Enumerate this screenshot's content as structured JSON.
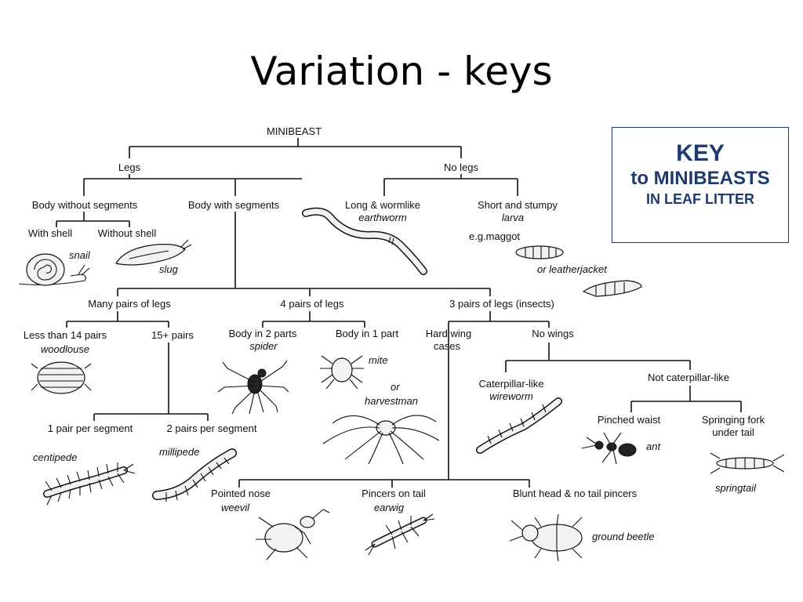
{
  "slide": {
    "title": "Variation - keys"
  },
  "key_box": {
    "line1": "KEY",
    "line2": "to MINIBEASTS",
    "line3": "IN LEAF LITTER"
  },
  "diagram": {
    "root": "MINIBEAST",
    "legs": "Legs",
    "no_legs": "No legs",
    "body_without_segments": "Body without segments",
    "with_shell": "With shell",
    "without_shell": "Without shell",
    "snail": "snail",
    "slug": "slug",
    "body_with_segments": "Body with segments",
    "long_wormlike": "Long & wormlike",
    "earthworm": "earthworm",
    "short_stumpy": "Short and stumpy",
    "larva": "larva",
    "eg_maggot": "e.g.maggot",
    "or_leatherjacket": "or leatherjacket",
    "many_pairs": "Many pairs of legs",
    "four_pairs": "4 pairs of legs",
    "three_pairs": "3 pairs of legs (insects)",
    "less_than_14": "Less than 14 pairs",
    "woodlouse": "woodlouse",
    "fifteen_plus": "15+ pairs",
    "body_2_parts": "Body in 2 parts",
    "spider": "spider",
    "body_1_part": "Body in 1 part",
    "mite": "mite",
    "or": "or",
    "harvestman": "harvestman",
    "hard_wing_cases_1": "Hard wing",
    "hard_wing_cases_2": "cases",
    "no_wings": "No wings",
    "one_pair_per_segment": "1 pair per segment",
    "two_pairs_per_segment": "2 pairs per segment",
    "centipede": "centipede",
    "millipede": "millipede",
    "caterpillar_like": "Caterpillar-like",
    "wireworm": "wireworm",
    "not_caterpillar_like": "Not caterpillar-like",
    "pinched_waist": "Pinched waist",
    "ant": "ant",
    "springing_fork_1": "Springing fork",
    "springing_fork_2": "under tail",
    "springtail": "springtail",
    "pointed_nose": "Pointed nose",
    "weevil": "weevil",
    "pincers_on_tail": "Pincers on tail",
    "earwig": "earwig",
    "blunt_head": "Blunt head & no tail pincers",
    "ground_beetle": "ground beetle"
  }
}
